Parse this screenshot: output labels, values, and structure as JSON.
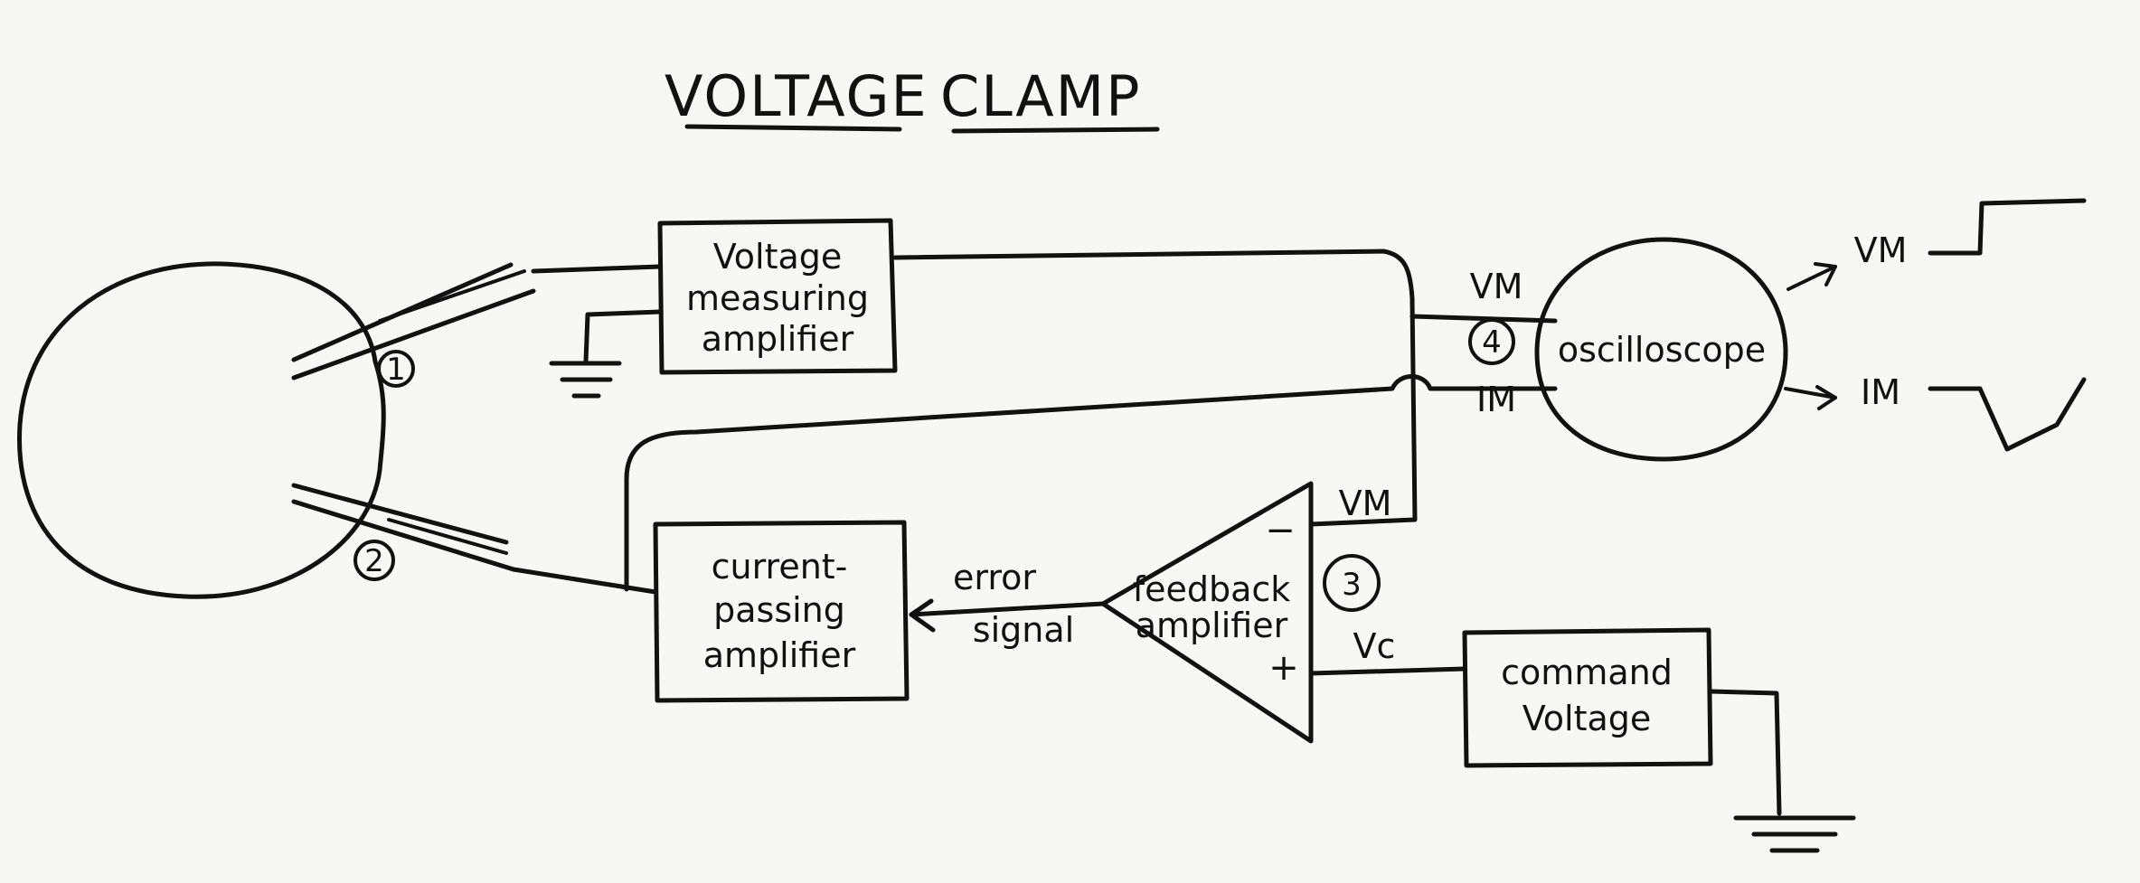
{
  "title": {
    "part1": "VOLTAGE",
    "part2": "CLAMP"
  },
  "blocks": {
    "voltage_amp": [
      "Voltage",
      "measuring",
      "amplifier"
    ],
    "current_amp": [
      "current-",
      "passing",
      "amplifier"
    ],
    "feedback_amp": [
      "feedback",
      "amplifier"
    ],
    "command": [
      "command",
      "Voltage"
    ],
    "oscilloscope": "oscilloscope"
  },
  "labels": {
    "vm_top": "VM",
    "im": "IM",
    "vm_feedback": "VM",
    "vc": "Vc",
    "error": "error",
    "signal": "signal",
    "minus": "−",
    "plus": "+",
    "vm_out": "VM",
    "im_out": "IM"
  },
  "markers": [
    "1",
    "2",
    "3",
    "4"
  ],
  "colors": {
    "ink": "#111111",
    "paper": "#f7f7f5"
  }
}
